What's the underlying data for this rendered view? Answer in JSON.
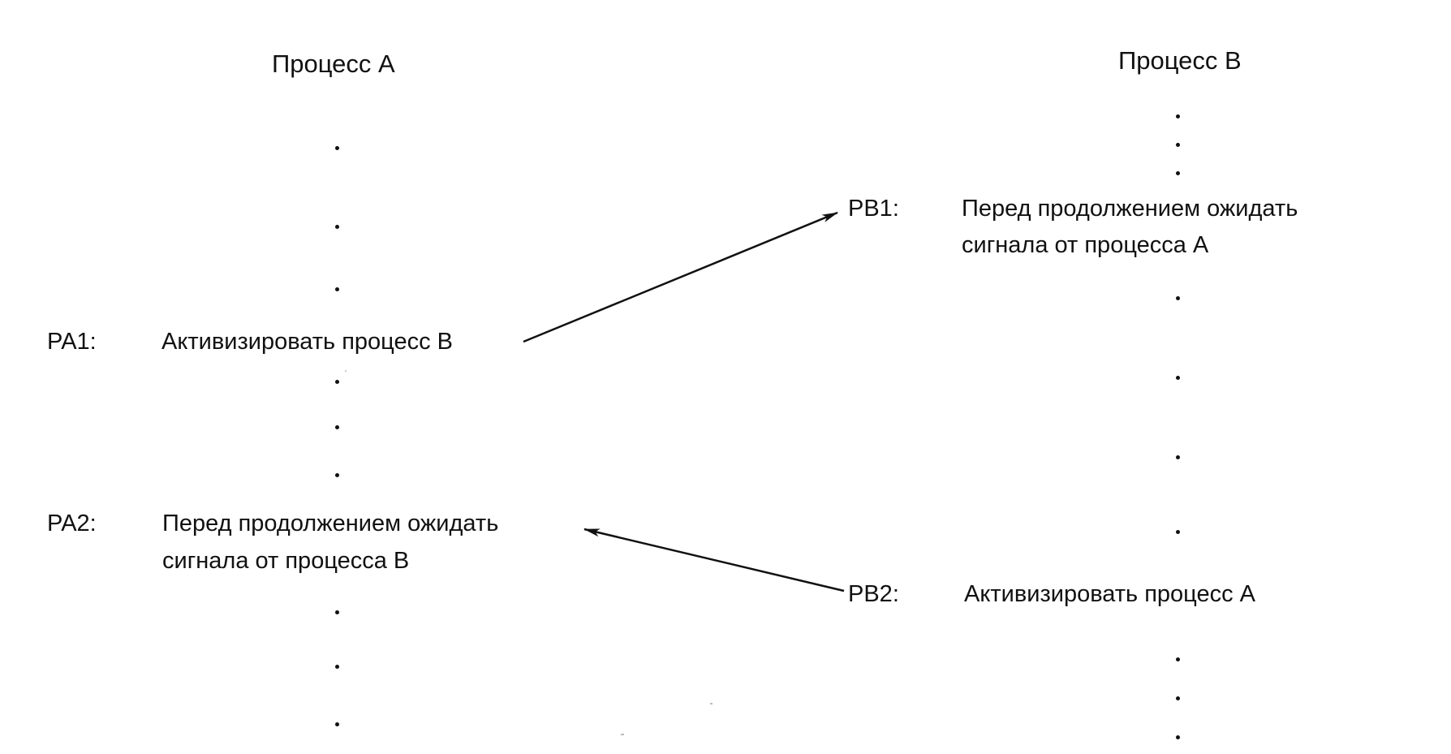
{
  "process_a": {
    "title": "Процесс A",
    "steps": [
      {
        "label": "PA1:",
        "text_lines": [
          "Активизировать процесс B"
        ]
      },
      {
        "label": "PA2:",
        "text_lines": [
          "Перед продолжением ожидать",
          "сигнала от процесса B"
        ]
      }
    ]
  },
  "process_b": {
    "title": "Процесс B",
    "steps": [
      {
        "label": "PB1:",
        "text_lines": [
          "Перед продолжением ожидать",
          "сигнала от процесса A"
        ]
      },
      {
        "label": "PB2:",
        "text_lines": [
          "Активизировать процесс A"
        ]
      }
    ]
  },
  "arrows": [
    {
      "from": "PA1",
      "to": "PB1"
    },
    {
      "from": "PB2",
      "to": "PA2"
    }
  ],
  "colors": {
    "ink": "#111111",
    "background": "#ffffff"
  }
}
